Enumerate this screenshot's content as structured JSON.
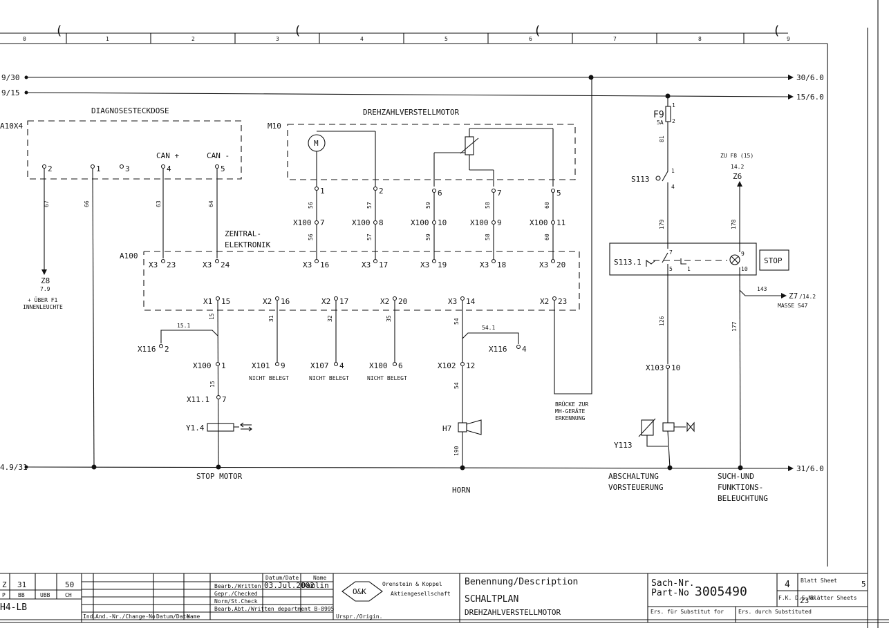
{
  "column_ruler": [
    "0",
    "1",
    "2",
    "3",
    "4",
    "5",
    "6",
    "7",
    "8",
    "9"
  ],
  "rails": {
    "supply_30_left": "9/30",
    "supply_15_left": "9/15",
    "ground_31_left": "4.9/31",
    "supply_30_right": "30/6.0",
    "supply_15_right": "15/6.0",
    "ground_31_right": "31/6.0"
  },
  "diagnose": {
    "title": "DIAGNOSESTECKDOSE",
    "ref": "A10X4",
    "can_plus": "CAN +",
    "can_minus": "CAN -",
    "pins": [
      "2",
      "1",
      "3",
      "4",
      "5"
    ],
    "wires": [
      "67",
      "66",
      "63",
      "64"
    ],
    "target_ref": "Z8",
    "target_loc": "7.9",
    "target_note_1": "+ ÜBER F1",
    "target_note_2": "INNENLEUCHTE"
  },
  "motor": {
    "title": "DREHZAHLVERSTELLMOTOR",
    "ref": "M10",
    "symbol": "M",
    "pins": [
      "1",
      "2",
      "6",
      "7",
      "5"
    ],
    "wires": [
      "56",
      "57",
      "59",
      "58",
      "60"
    ],
    "x100_pins": [
      "X100",
      "7",
      "X100",
      "8",
      "X100",
      "10",
      "X100",
      "9",
      "X100",
      "11"
    ]
  },
  "zentral": {
    "title_1": "ZENTRAL-",
    "title_2": "ELEKTRONIK",
    "ref": "A100",
    "top_pins": [
      "X3",
      "23",
      "X3",
      "24",
      "X3",
      "16",
      "X3",
      "17",
      "X3",
      "19",
      "X3",
      "18",
      "X3",
      "20"
    ],
    "bottom_pins": [
      "X1",
      "15",
      "X2",
      "16",
      "X2",
      "17",
      "X2",
      "20",
      "X3",
      "14",
      "X2",
      "23"
    ]
  },
  "stop_motor": {
    "wire_15": "15",
    "wire_15_1": "15.1",
    "x116": "X116",
    "x116_pin": "2",
    "x100": "X100",
    "x100_pin": "1",
    "wire_15b": "15",
    "x11": "X11.1",
    "x11_pin": "7",
    "actuator": "Y1.4",
    "label": "STOP MOTOR"
  },
  "unused": [
    {
      "wire": "31",
      "conn": "X101",
      "pin": "9",
      "note": "NICHT BELEGT"
    },
    {
      "wire": "32",
      "conn": "X107",
      "pin": "4",
      "note": "NICHT BELEGT"
    },
    {
      "wire": "35",
      "conn": "X100",
      "pin": "6",
      "note": "NICHT BELEGT"
    }
  ],
  "horn": {
    "wire_54": "54",
    "wire_54_1": "54.1",
    "x116": "X116",
    "x116_pin": "4",
    "x102": "X102",
    "x102_pin": "12",
    "wire_54b": "54",
    "ref": "H7",
    "wire_190": "190",
    "label": "HORN"
  },
  "bridge": {
    "note_1": "BRÜCKE ZUR",
    "note_2": "MH-GERÄTE",
    "note_3": "ERKENNUNG"
  },
  "abschaltung": {
    "fuse": "F9",
    "fuse_rating": "5A",
    "fuse_pins": [
      "1",
      "2"
    ],
    "wire_81": "81",
    "switch": "S113",
    "switch_pins": [
      "1",
      "4"
    ],
    "wire_179": "179",
    "switch2": "S113.1",
    "switch2_pins": [
      "7",
      "5",
      "1"
    ],
    "wire_126": "126",
    "x103": "X103",
    "x103_pin": "10",
    "valve": "Y113",
    "label_1": "ABSCHALTUNG",
    "label_2": "VORSTEUERUNG"
  },
  "suchleuchte": {
    "ref_note": "ZU F8 (15)",
    "ref_loc": "14.2",
    "ref": "Z6",
    "wire_178": "178",
    "lamp_pins": [
      "9",
      "10"
    ],
    "stop": "STOP",
    "wire_143": "143",
    "mass_ref": "Z7",
    "mass_loc": "/14.2",
    "mass_note": "MASSE S47",
    "wire_177": "177",
    "label_1": "SUCH-UND",
    "label_2": "FUNKTIONS-",
    "label_3": "BELEUCHTUNG"
  },
  "title_block": {
    "rev_cells": [
      "Z",
      "31",
      "50",
      "P",
      "BB",
      "UBB",
      "CH"
    ],
    "drawing_code": "H4-LB",
    "col_ind": "Ind.",
    "col_change": "And.-Nr./Change-No",
    "col_date": "Datum/Date",
    "col_name": "Name",
    "written": "Bearb./Written",
    "checked": "Gepr./Checked",
    "norm": "Norm/St.Check",
    "dept": "Bearb.Abt./Written department  B-8995",
    "date_hdr": "Datum/Date",
    "name_hdr": "Name",
    "date_val": "03.Jul.2002",
    "name_val": "Damlin",
    "origin": "Urspr./Origin.",
    "logo": "O&K",
    "company": "Orenstein & Koppel",
    "company_sub": "Aktiengesellschaft",
    "desc_label": "Benennung/Description",
    "desc_1": "SCHALTPLAN",
    "desc_2": "DREHZAHLVERSTELLMOTOR",
    "sach_label": "Sach-Nr.",
    "part_label": "Part-No",
    "part_no": "3005490",
    "substitute_for": "Ers. für Substitut for",
    "substituted_by": "Ers. durch Substituted",
    "sheet_no": "4",
    "sheet_label": "Blatt Sheet",
    "sheet_suffix": "5",
    "fk_label": "F.K. D.S.No",
    "sheets_total": "23",
    "sheets_label": "Blätter Sheets"
  }
}
